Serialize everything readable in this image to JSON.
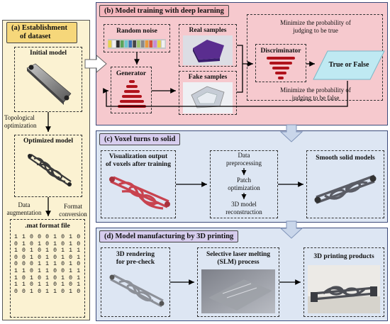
{
  "panel_a": {
    "title_line1": "(a) Establishment",
    "title_line2": "of dataset",
    "initial_model": "Initial model",
    "topo_label_1": "Topological",
    "topo_label_2": "optimization",
    "optimized_model": "Optimized model",
    "data_aug_1": "Data",
    "data_aug_2": "augmentation",
    "format_conv_1": "Format",
    "format_conv_2": "conversion",
    "mat_title": ".mat format file",
    "mat_rows": [
      "1 1 0 0 0 1 0 1 0",
      "0 1 0 1 0 1 0 1 0",
      "1 0 1 0 1 0 1 1 1",
      "0 0 1 0 1 0 1 0 1",
      "0 0 0 1 1 1 0 1 0",
      "1 1 0 1 1 0 0 1 1",
      "1 0 1 0 1 0 1 0 1",
      "1 1 0 1 1 0 1 0 1",
      "0 0 1 0 1 1 0 1 0"
    ]
  },
  "panel_b": {
    "title": "(b) Model training with deep learning",
    "random_noise": "Random noise",
    "generator": "Generator",
    "real_samples": "Real samples",
    "fake_samples": "Fake samples",
    "discriminator": "Discriminator",
    "true_false": "True or False",
    "min_true_1": "Minimize the probability of",
    "min_true_2": "judging to be true",
    "min_false_1": "Minimize the probability of",
    "min_false_2": "judging to be false"
  },
  "panel_c": {
    "title": "(c) Voxel turns to solid",
    "vis_1": "Visualization output",
    "vis_2": "of voxels after training",
    "step1_1": "Data",
    "step1_2": "preprocessing",
    "step2_1": "Patch",
    "step2_2": "optimization",
    "step3_1": "3D model",
    "step3_2": "reconstruction",
    "smooth": "Smooth solid models"
  },
  "panel_d": {
    "title": "(d) Model manufacturing by 3D printing",
    "render_1": "3D rendering",
    "render_2": "for pre-check",
    "slm_1": "Selective laser melting",
    "slm_2": "(SLM) process",
    "products": "3D printing products"
  },
  "colors": {
    "panel_a_bg": "#fbf2d2",
    "panel_a_tag": "#f6d77a",
    "panel_b_bg": "#f6c9ce",
    "panel_b_tag": "#f4b6bd",
    "panel_cd_bg": "#dde6f3",
    "panel_cd_tag": "#d7cdee",
    "arrow_dark": "#000000",
    "arrow_light": "#c9d6ea",
    "gen_red": "#b0121b"
  }
}
